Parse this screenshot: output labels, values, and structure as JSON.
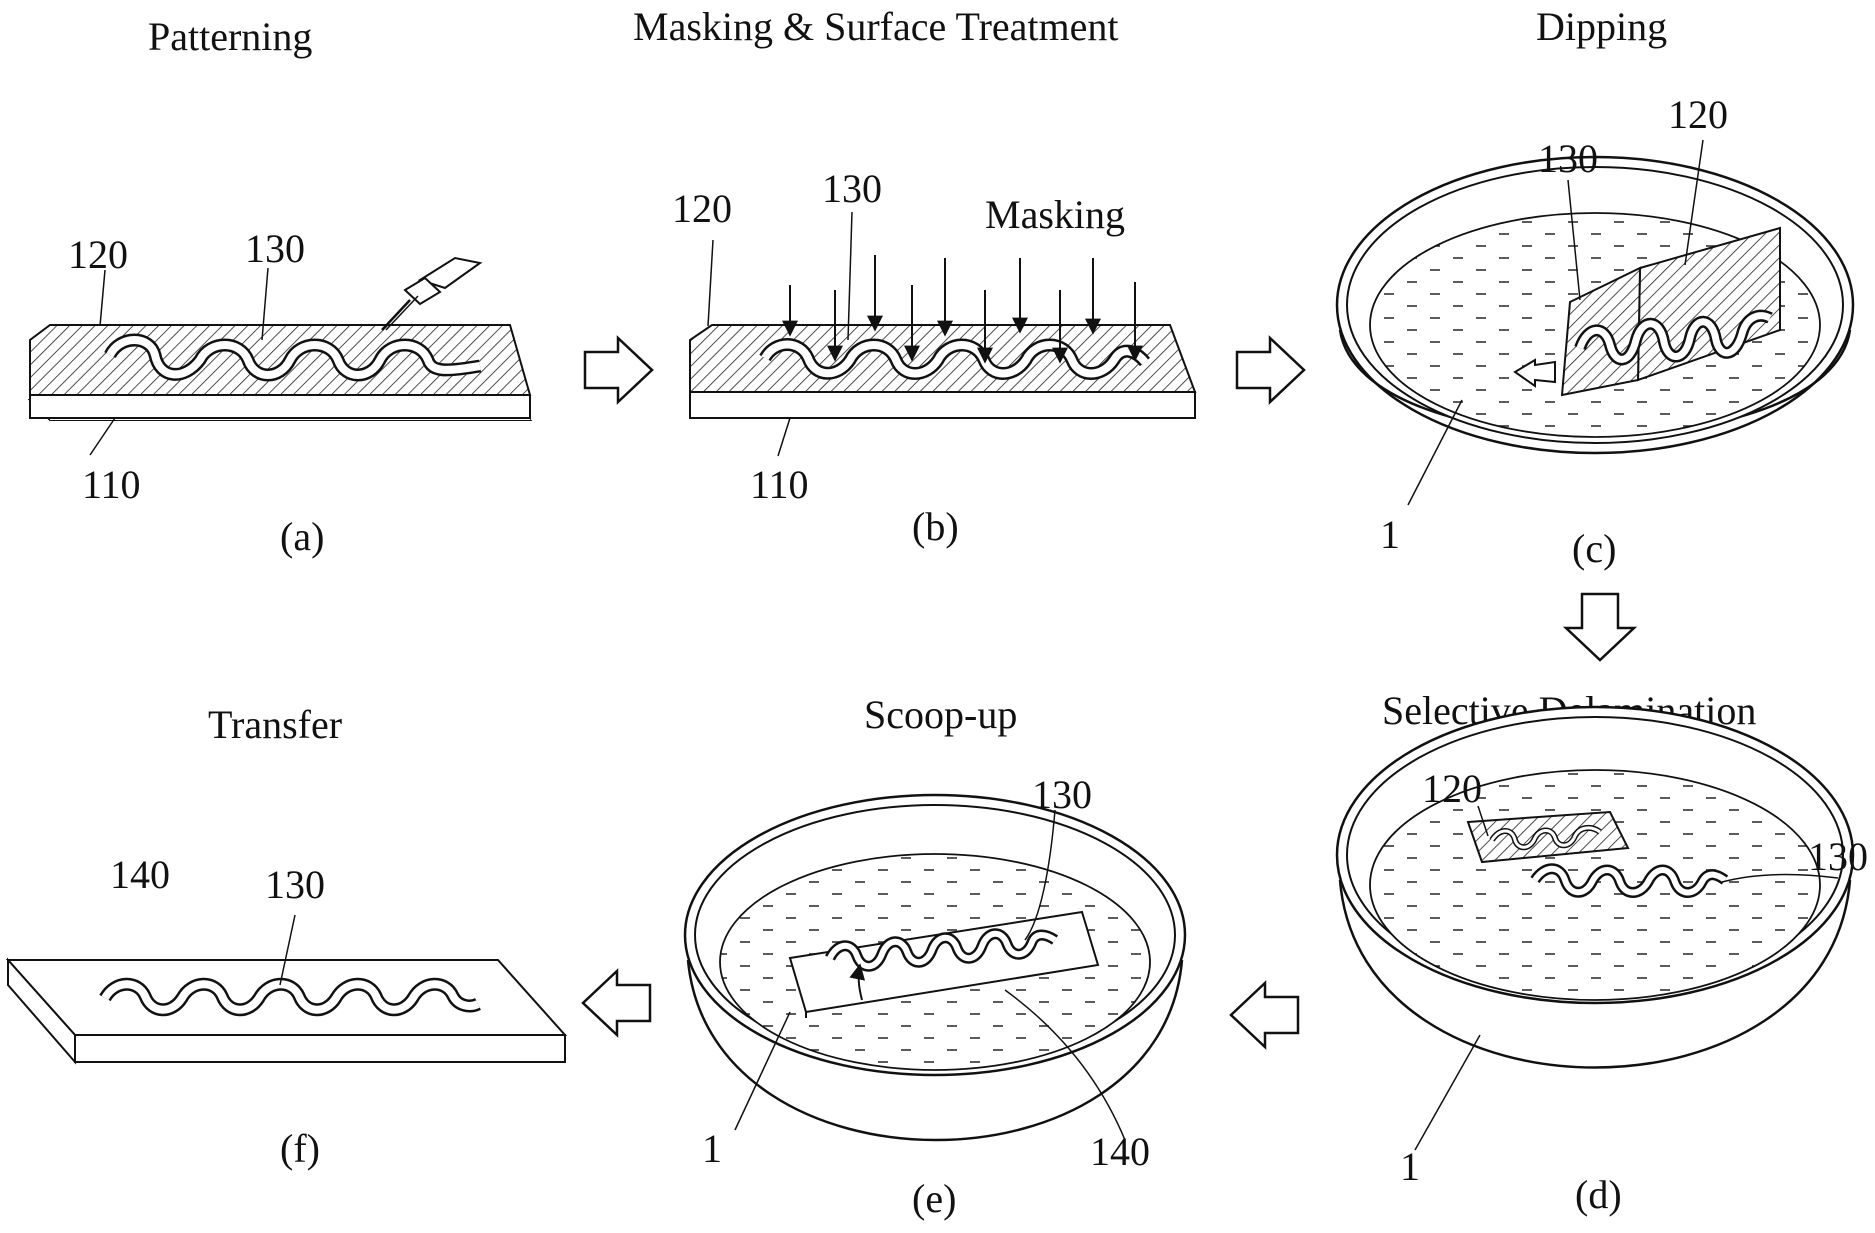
{
  "steps": {
    "a": {
      "title": "Patterning",
      "caption": "(a)"
    },
    "b": {
      "title": "Masking & Surface Treatment",
      "caption": "(b)",
      "note": "Masking"
    },
    "c": {
      "title": "Dipping",
      "caption": "(c)"
    },
    "d": {
      "title": "Selective Delamination",
      "caption": "(d)"
    },
    "e": {
      "title": "Scoop-up",
      "caption": "(e)"
    },
    "f": {
      "title": "Transfer",
      "caption": "(f)"
    }
  },
  "refs": {
    "liquid": "1",
    "substrate": "110",
    "film": "120",
    "pattern": "130",
    "target": "140"
  },
  "icons": {
    "flow_arrow": "hollow-block-arrow-icon",
    "cutter": "blade-cutter-icon",
    "masking_arrows": "down-arrow-icon"
  }
}
